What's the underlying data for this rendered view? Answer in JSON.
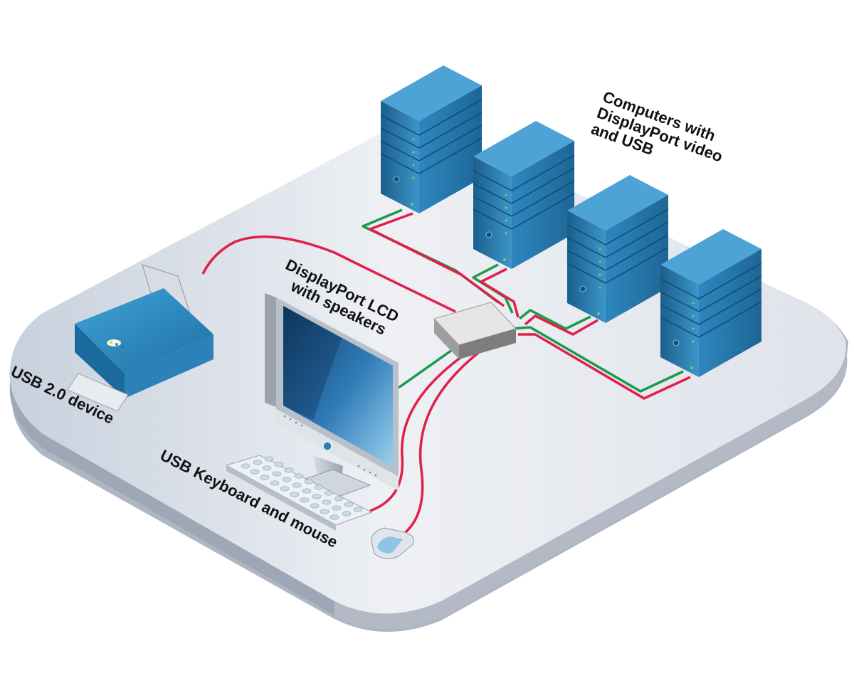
{
  "labels": {
    "computers": [
      "Computers with",
      "DisplayPort video",
      "and USB"
    ],
    "lcd": [
      "DisplayPort LCD",
      "with speakers"
    ],
    "usb_device": "USB 2.0 device",
    "keyboard_mouse": "USB Keyboard and mouse"
  },
  "colors": {
    "usb_cable": "#e0204a",
    "video_cable": "#1a9a4a",
    "device_blue": "#2a7fb2",
    "floor_light": "#e8ebf1",
    "floor_dark": "#c5cedd",
    "switch_body": "#c8c8c8"
  },
  "icons": {
    "servers": "server-tower-icon",
    "switch": "kvm-switch-icon",
    "printer": "printer-icon",
    "monitor": "monitor-icon",
    "keyboard": "keyboard-icon",
    "mouse": "mouse-icon"
  }
}
